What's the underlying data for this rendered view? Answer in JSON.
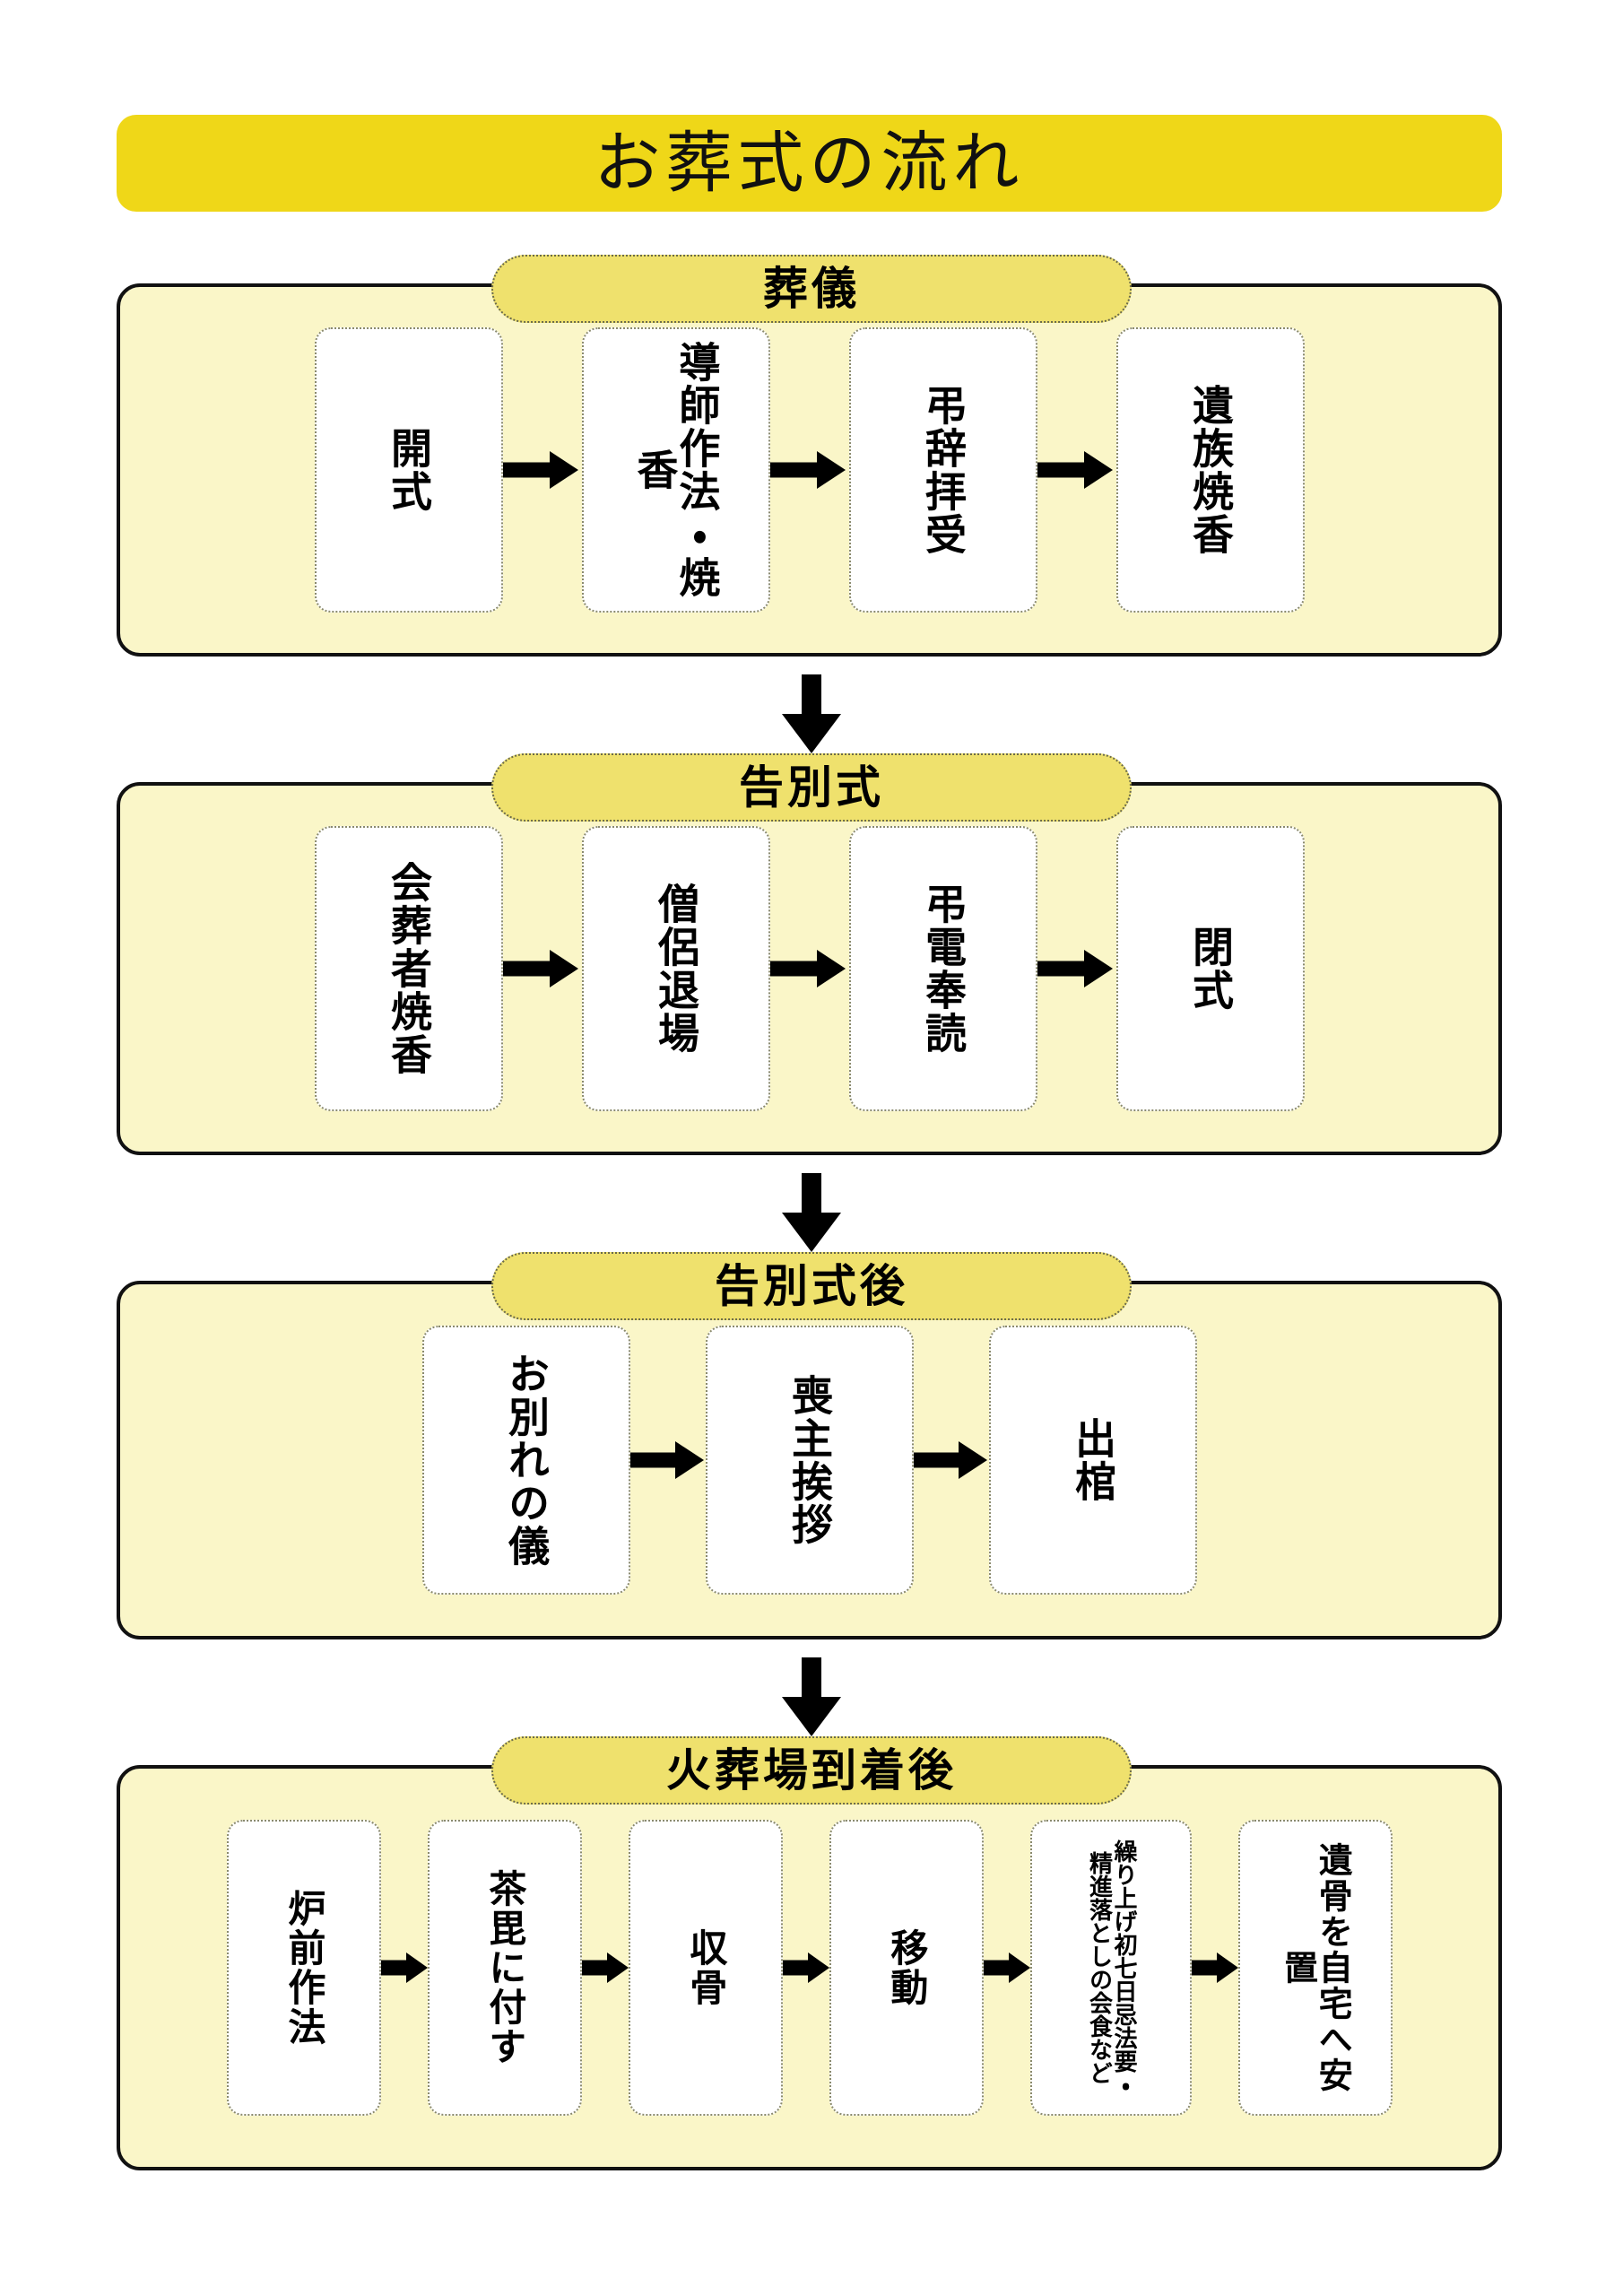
{
  "document": {
    "title": "お葬式の流れ",
    "language": "ja"
  },
  "colors": {
    "brand_banner": "#EFD718",
    "section_header_pill": "#EFE16D",
    "section_panel_fill": "#FAF6C8",
    "step_box_fill": "#FFFFFF",
    "outline": "#000000",
    "dotted_border": "#8A8A6E",
    "page_background": "#FFFFFF"
  },
  "chart_data": {
    "type": "flowchart",
    "title": "お葬式の流れ",
    "orientation": "vertical-sections-with-horizontal-steps",
    "text_direction": "vertical-rl",
    "sections": [
      {
        "id": "sogi",
        "label": "葬儀",
        "steps": [
          "開式",
          "導師作法・焼香",
          "弔辞拝受",
          "遺族焼香"
        ]
      },
      {
        "id": "kokubetsushiki",
        "label": "告別式",
        "steps": [
          "会葬者焼香",
          "僧侶退場",
          "弔電奉読",
          "閉式"
        ]
      },
      {
        "id": "kokubetsushiki-go",
        "label": "告別式後",
        "steps": [
          "お別れの儀",
          "喪主挨拶",
          "出棺"
        ]
      },
      {
        "id": "kasouba-touchaku-go",
        "label": "火葬場到着後",
        "steps": [
          "炉前作法",
          "茶毘に付す",
          "収骨",
          "移動",
          "繰り上げ初七日忌法要・精進落としの会食など",
          "遺骨を自宅へ安置"
        ]
      }
    ],
    "section_connectors": [
      "down-arrow",
      "down-arrow",
      "down-arrow"
    ],
    "step_connector": "right-arrow"
  },
  "sections": {
    "s1": {
      "label": "葬儀",
      "steps": [
        {
          "label": "開式"
        },
        {
          "label": "導師作法・焼香"
        },
        {
          "label": "弔辞拝受"
        },
        {
          "label": "遺族焼香"
        }
      ]
    },
    "s2": {
      "label": "告別式",
      "steps": [
        {
          "label": "会葬者焼香"
        },
        {
          "label": "僧侶退場"
        },
        {
          "label": "弔電奉読"
        },
        {
          "label": "閉式"
        }
      ]
    },
    "s3": {
      "label": "告別式後",
      "steps": [
        {
          "label": "お別れの儀"
        },
        {
          "label": "喪主挨拶"
        },
        {
          "label": "出棺"
        }
      ]
    },
    "s4": {
      "label": "火葬場到着後",
      "steps": [
        {
          "label": "炉前作法"
        },
        {
          "label": "茶毘に付す"
        },
        {
          "label": "収骨"
        },
        {
          "label": "移動"
        },
        {
          "label": "繰り上げ初七日忌法要・精進落としの会食など"
        },
        {
          "label": "遺骨を自宅へ安置"
        }
      ]
    }
  }
}
